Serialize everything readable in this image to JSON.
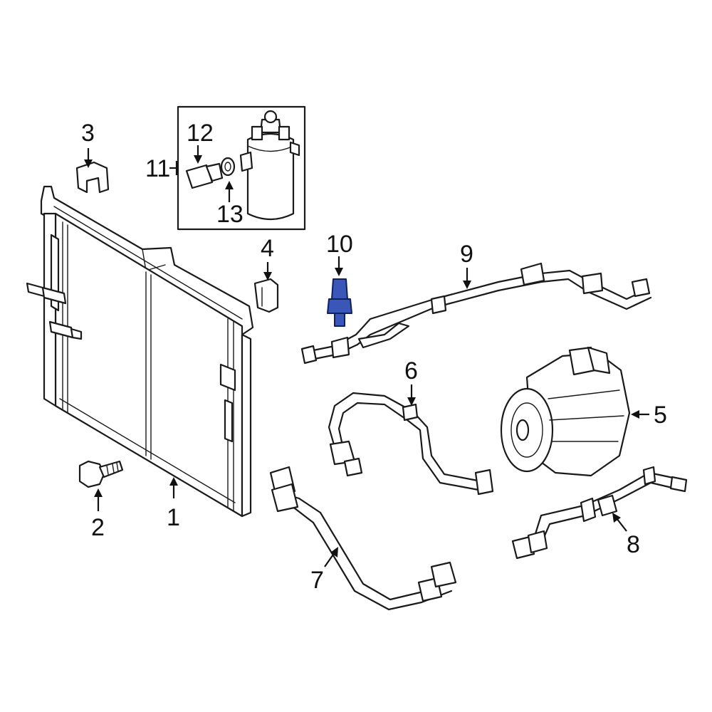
{
  "callouts": {
    "c1": "1",
    "c2": "2",
    "c3": "3",
    "c4": "4",
    "c5": "5",
    "c6": "6",
    "c7": "7",
    "c8": "8",
    "c9": "9",
    "c10": "10",
    "c11": "11",
    "c12": "12",
    "c13": "13"
  },
  "colors": {
    "highlight": "#3a56b8",
    "line": "#1a1a1a",
    "background": "#ffffff"
  }
}
